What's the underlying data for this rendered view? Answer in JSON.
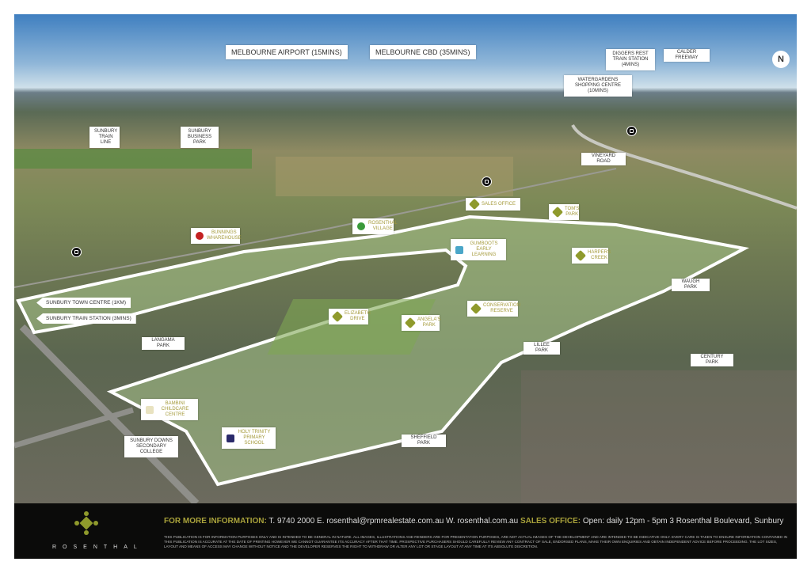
{
  "labels": {
    "melbourne_airport": "Melbourne Airport (15mins)",
    "melbourne_cbd": "Melbourne CBD (35mins)",
    "diggers_rest": "Diggers Rest Train Station (4mins)",
    "calder_freeway": "Calder Freeway",
    "watergardens": "Watergardens Shopping Centre (10mins)",
    "sunbury_train_line": "Sunbury Train Line",
    "sunbury_business_park": "Sunbury Business Park",
    "vineyard_road": "Vineyard Road",
    "sales_office": "Sales Office",
    "toms_park": "Tom's Park",
    "rosenthal_village": "Rosenthal Village",
    "bunnings": "Bunnings Wharehouse",
    "gumboots": "Gumboots Early Learning",
    "harpers_creek": "Harpers Creek",
    "waugh_park": "Waugh Park",
    "sunbury_town_centre": "Sunbury Town Centre (1km)",
    "sunbury_train_station": "Sunbury Train Station (3mins)",
    "conservation_reserve": "Conservation Reserve",
    "elizabeth_drive": "Elizabeth Drive",
    "angelas_park": "Angela's Park",
    "langama_park": "Langama Park",
    "lillee_park": "Lillee Park",
    "century_park": "Century Park",
    "bambini": "Bambini Childcare Centre",
    "holy_trinity": "Holy Trinity Primary School",
    "sunbury_downs": "Sunbury Downs Secondary College",
    "sheffield_park": "Sheffield Park"
  },
  "compass": "N",
  "footer": {
    "logo_text": "ROSENTHAL",
    "info_heading": "FOR MORE INFORMATION:",
    "contact": "T. 9740 2000  E. rosenthal@rpmrealestate.com.au  W. rosenthal.com.au",
    "sales_heading": "SALES OFFICE:",
    "sales_text": "Open: daily 12pm - 5pm 3 Rosenthal Boulevard, Sunbury",
    "disclaimer": "This publication is for information purposes only and is intended to be general in nature. All images, illustrations and renders are for presentation purposes, are not actual images of the development and are intended to be indicative only. Every care is taken to ensure information contained in this publication is accurate at the date of printing however we cannot guarantee its accuracy after that time. Prospective purchasers should carefully review any contract of sale, endorsed plans, make their own enquiries and obtain independent advice before proceeding. The lot sizes, layout and means of access may change without notice and the developer reserves the right to withdraw or alter any lot or stage layout at any time at its absolute discretion."
  },
  "colors": {
    "accent": "#a9a23b",
    "footer_bg": "#0b0b0a"
  }
}
